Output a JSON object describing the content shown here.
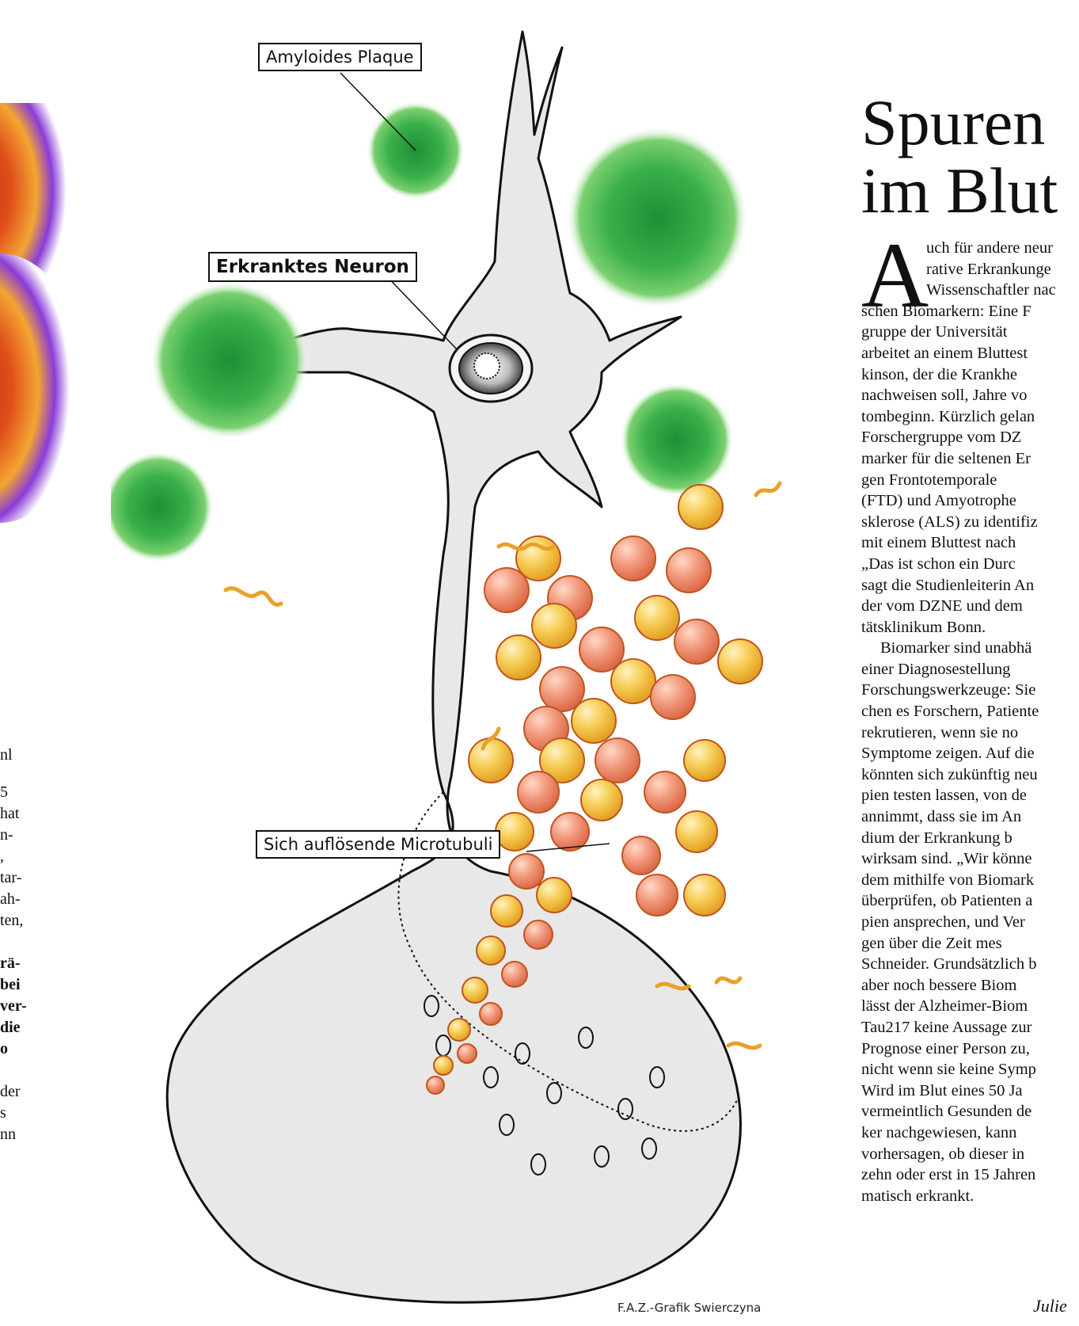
{
  "left_column": {
    "lines": [
      "nl",
      "5",
      "hat",
      "n-",
      ",",
      "tar-",
      "ah-",
      "ten,",
      "",
      "rä-",
      "bei",
      "ver-",
      "die",
      "o",
      "",
      "der",
      "s",
      "nn"
    ]
  },
  "graphic": {
    "labels": {
      "amyloid": "Amyloides Plaque",
      "neuron": "Erkranktes Neuron",
      "microtubuli": "Sich auflösende Microtubuli"
    },
    "credit": "F.A.Z.-Grafik Swierczyna",
    "colors": {
      "plaque": "#3aa843",
      "particle_yellow": "#f6cc55",
      "particle_orange": "#f0967a",
      "neuron": "#e6e6e6"
    }
  },
  "article": {
    "headline_line1": "Spuren",
    "headline_line2": "im Blut",
    "dropcap": "A",
    "lines": [
      "uch für andere neur",
      "rative Erkrankunge",
      "Wissenschaftler nac",
      "schen Biomarkern: Eine F",
      "gruppe der Universität",
      "arbeitet an einem Bluttest",
      "kinson, der die Krankhe",
      "nachweisen soll, Jahre vo",
      "tombeginn. Kürzlich gelan",
      "Forschergruppe vom DZ",
      "marker für die seltenen Er",
      "gen Frontotemporale",
      "(FTD) und Amyotrophe",
      "sklerose (ALS) zu identifiz",
      "mit einem Bluttest nach",
      "„Das ist schon ein Durc",
      "sagt die Studienleiterin An",
      "der vom DZNE und dem",
      "tätsklinikum Bonn.",
      "Biomarker sind unabhä",
      "einer Diagnosestellung",
      "Forschungswerkzeuge: Sie",
      "chen es Forschern, Patiente",
      "rekrutieren, wenn sie no",
      "Symptome zeigen. Auf die",
      "könnten sich zukünftig neu",
      "pien testen lassen, von de",
      "annimmt, dass sie im An",
      "dium der Erkrankung b",
      "wirksam sind. „Wir könne",
      "dem mithilfe von Biomark",
      "überprüfen, ob Patienten a",
      "pien ansprechen, und Ver",
      "gen über die Zeit mes",
      "Schneider. Grundsätzlich b",
      "aber noch bessere Biom",
      "lässt der Alzheimer-Biom",
      "Tau217 keine Aussage zur",
      "Prognose einer Person zu,",
      "nicht wenn sie keine Symp",
      "Wird im Blut eines 50 Ja",
      "vermeintlich Gesunden de",
      "ker nachgewiesen, kann",
      "vorhersagen, ob dieser in",
      "zehn oder erst in 15 Jahren",
      "matisch erkrankt."
    ],
    "author": "Julie"
  }
}
